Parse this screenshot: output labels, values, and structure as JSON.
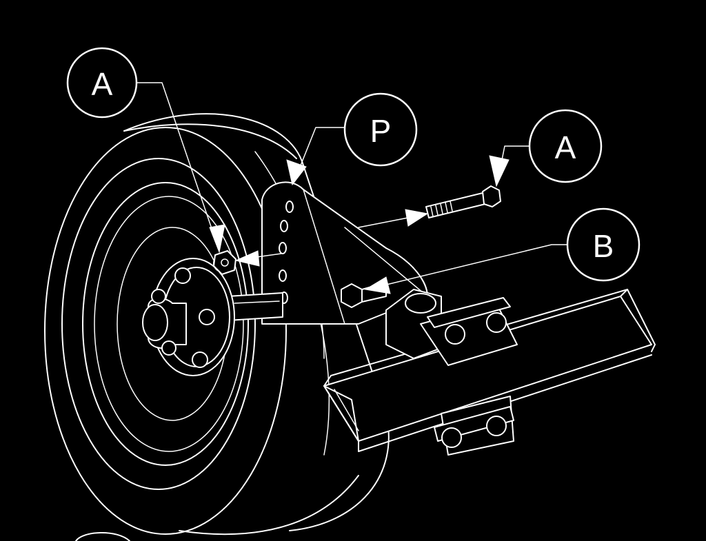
{
  "callouts": {
    "a_left": "A",
    "p": "P",
    "a_right": "A",
    "b": "B"
  },
  "colors": {
    "background": "#000000",
    "line": "#ffffff"
  }
}
